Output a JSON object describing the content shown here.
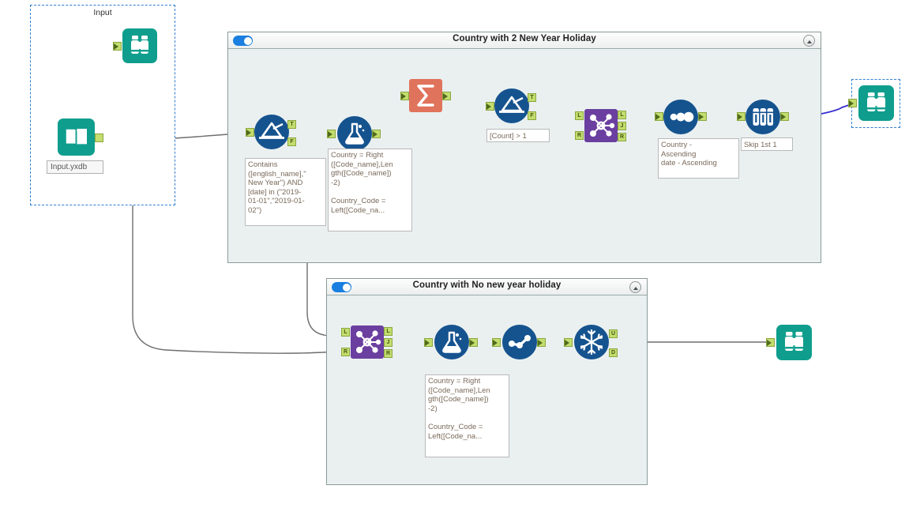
{
  "app": {
    "name": "alteryx-designer-canvas"
  },
  "input_container": {
    "title": "Input",
    "tools": [
      {
        "name": "browse-tool",
        "icon": "binoculars-icon",
        "label": ""
      },
      {
        "name": "input-data-tool",
        "icon": "book-icon",
        "label": "Input.yxdb"
      }
    ]
  },
  "containers": [
    {
      "id": "container-2-new-year",
      "title": "Country with 2 New Year Holiday",
      "toggle_state": "on",
      "collapse_icon": "chevron-up-icon",
      "tools": [
        {
          "name": "filter-tool",
          "icon": "filter-funnel-icon",
          "ports_out": [
            "T",
            "F"
          ],
          "annotation": "Contains\n([english_name],\"\nNew Year\") AND\n[date] in (\"2019-\n01-01\",\"2019-01-\n02\")"
        },
        {
          "name": "formula-tool",
          "icon": "flask-icon",
          "ports_out": [],
          "annotation": "Country = Right\n([Code_name],Len\ngth([Code_name])\n-2)\n\nCountry_Code =\nLeft([Code_na..."
        },
        {
          "name": "summarize-tool",
          "icon": "sigma-icon",
          "ports_out": [],
          "annotation": ""
        },
        {
          "name": "filter-tool-2",
          "icon": "filter-funnel-icon",
          "ports_out": [
            "T",
            "F"
          ],
          "annotation": "[Count] > 1"
        },
        {
          "name": "join-tool",
          "icon": "join-nodes-icon",
          "ports_in": [
            "L",
            "R"
          ],
          "ports_out": [
            "L",
            "J",
            "R"
          ],
          "annotation": ""
        },
        {
          "name": "sort-tool",
          "icon": "three-dots-icon",
          "ports_out": [],
          "annotation": "Country -\nAscending\ndate - Ascending"
        },
        {
          "name": "sample-tool",
          "icon": "test-tubes-icon",
          "ports_out": [],
          "annotation": "Skip 1st 1"
        }
      ]
    },
    {
      "id": "container-no-new-year",
      "title": "Country with No new year holiday",
      "toggle_state": "on",
      "collapse_icon": "chevron-up-icon",
      "tools": [
        {
          "name": "join-tool",
          "icon": "join-nodes-icon",
          "ports_in": [
            "L",
            "R"
          ],
          "ports_out": [
            "L",
            "J",
            "R"
          ],
          "annotation": ""
        },
        {
          "name": "formula-tool",
          "icon": "flask-icon",
          "ports_out": [],
          "annotation": "Country = Right\n([Code_name],Len\ngth([Code_name])\n-2)\n\nCountry_Code =\nLeft([Code_na..."
        },
        {
          "name": "select-tool",
          "icon": "check-dots-icon",
          "ports_out": [],
          "annotation": ""
        },
        {
          "name": "unique-tool",
          "icon": "snowflake-icon",
          "ports_out": [
            "U",
            "D"
          ],
          "annotation": ""
        }
      ]
    }
  ],
  "browse_outputs": [
    {
      "name": "browse-tool-top-right",
      "icon": "binoculars-icon",
      "selected": true
    },
    {
      "name": "browse-tool-bottom-right",
      "icon": "binoculars-icon",
      "selected": false
    }
  ],
  "colors": {
    "tool_blue": "#15538f",
    "tool_teal": "#0f9e8d",
    "tool_purple": "#6b3fa0",
    "tool_orange": "#e0735b",
    "port_green": "#c3dd6e",
    "container_bg": "#eaf0f0",
    "container_border": "#8a9a9a",
    "toggle_blue": "#1a7fe0",
    "selection_blue": "#2f7fd0",
    "wire_grey": "#6e6e6e",
    "wire_highlight": "#3b2fd0"
  }
}
